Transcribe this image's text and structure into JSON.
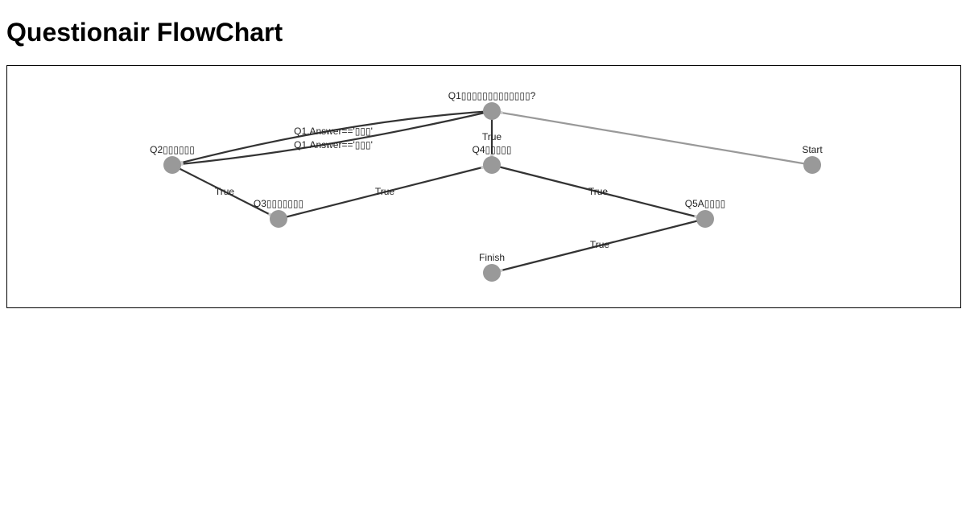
{
  "page": {
    "title": "Questionair FlowChart"
  },
  "colors": {
    "node_fill": "#999999",
    "edge_dark": "#333333",
    "edge_light": "#999999",
    "frame_border": "#000000"
  },
  "diagram": {
    "nodes": [
      {
        "id": "q1",
        "label": "Q1▯▯▯▯▯▯▯▯▯▯▯▯▯?"
      },
      {
        "id": "q2",
        "label": "Q2▯▯▯▯▯▯"
      },
      {
        "id": "q3",
        "label": "Q3▯▯▯▯▯▯▯"
      },
      {
        "id": "q4",
        "label": "Q4▯▯▯▯▯"
      },
      {
        "id": "q5a",
        "label": "Q5A▯▯▯▯"
      },
      {
        "id": "start",
        "label": "Start"
      },
      {
        "id": "finish",
        "label": "Finish"
      }
    ],
    "edges": [
      {
        "id": "start-q1",
        "from": "start",
        "to": "q1",
        "label": "",
        "style": "light"
      },
      {
        "id": "q1-q4",
        "from": "q1",
        "to": "q4",
        "label": "True",
        "style": "dark"
      },
      {
        "id": "q1-q2-a",
        "from": "q1",
        "to": "q2",
        "label": "Q1.Answer=='▯▯▯'",
        "style": "dark"
      },
      {
        "id": "q1-q2-b",
        "from": "q1",
        "to": "q2",
        "label": "Q1.Answer=='▯▯▯'",
        "style": "dark"
      },
      {
        "id": "q2-q3",
        "from": "q2",
        "to": "q3",
        "label": "True",
        "style": "dark"
      },
      {
        "id": "q3-q4",
        "from": "q3",
        "to": "q4",
        "label": "True",
        "style": "dark"
      },
      {
        "id": "q4-q5a",
        "from": "q4",
        "to": "q5a",
        "label": "True",
        "style": "dark"
      },
      {
        "id": "q5a-finish",
        "from": "q5a",
        "to": "finish",
        "label": "True",
        "style": "dark"
      }
    ]
  }
}
